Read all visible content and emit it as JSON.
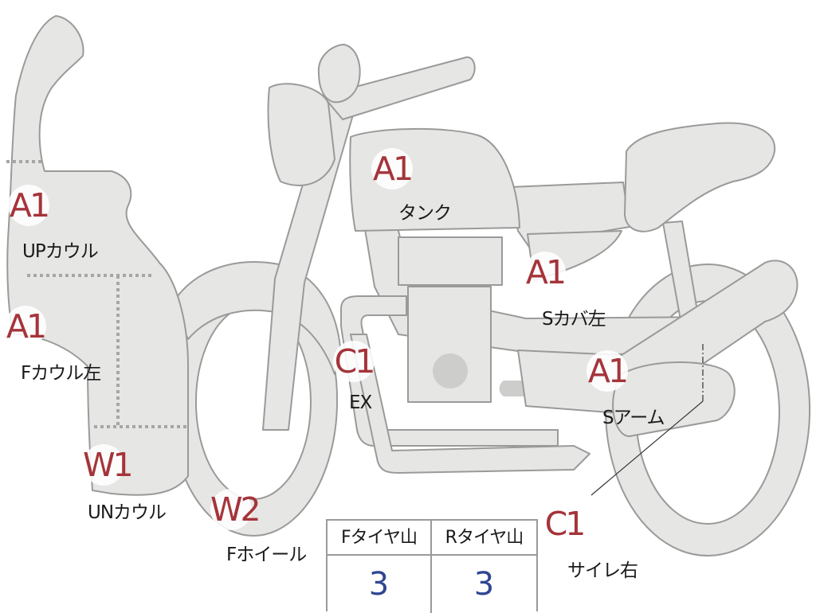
{
  "parts": [
    {
      "id": "upcowl",
      "code": "A1",
      "label": "UPカウル"
    },
    {
      "id": "fcowl-left",
      "code": "A1",
      "label": "Fカウル左"
    },
    {
      "id": "uncowl",
      "code": "W1",
      "label": "UNカウル"
    },
    {
      "id": "fwheel",
      "code": "W2",
      "label": "Fホイール"
    },
    {
      "id": "tank",
      "code": "A1",
      "label": "タンク"
    },
    {
      "id": "ex",
      "code": "C1",
      "label": "EX"
    },
    {
      "id": "scover-left",
      "code": "A1",
      "label": "Sカバ左"
    },
    {
      "id": "sarm",
      "code": "A1",
      "label": "Sアーム"
    },
    {
      "id": "silencer-right",
      "code": "C1",
      "label": "サイレ右"
    }
  ],
  "tread": {
    "front_label": "Fタイヤ山",
    "front_value": "3",
    "rear_label": "Rタイヤ山",
    "rear_value": "3"
  },
  "colors": {
    "code": "#a5343a",
    "value": "#2f4691",
    "body": "#e6e6e4",
    "outline": "#9a9a9a"
  }
}
